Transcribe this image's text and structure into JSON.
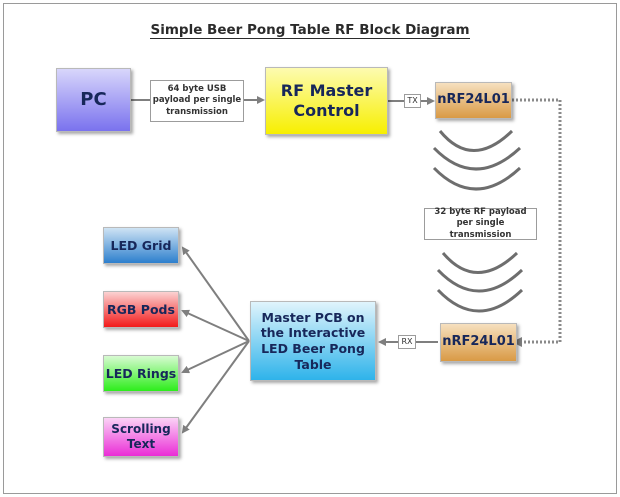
{
  "title": "Simple Beer Pong Table RF Block Diagram",
  "nodes": {
    "pc": "PC",
    "rf_master": "RF Master Control",
    "nrf_tx": "nRF24L01",
    "nrf_rx": "nRF24L01",
    "master_pcb": "Master PCB on the Interactive LED Beer Pong Table",
    "led_grid": "LED Grid",
    "rgb_pods": "RGB Pods",
    "led_rings": "LED Rings",
    "scrolling_text": "Scrolling Text"
  },
  "labels": {
    "usb_payload": "64 byte USB payload per single transmission",
    "rf_payload": "32 byte RF payload per single transmission",
    "tx": "TX",
    "rx": "RX"
  },
  "colors": {
    "pc": [
      "#d8d6fb",
      "#7a72ee"
    ],
    "rf_master": [
      "#fdfbb0",
      "#f7ef00"
    ],
    "nrf": [
      "#f6e0bf",
      "#d99a45"
    ],
    "master_pcb": [
      "#e0f4fc",
      "#2eb3ea"
    ],
    "led_grid": [
      "#cfe3f4",
      "#2d7fcd"
    ],
    "rgb_pods": [
      "#fbd2d2",
      "#f21a1a"
    ],
    "led_rings": [
      "#d8fbd2",
      "#2ded1b"
    ],
    "scrolling_text": [
      "#fbd3f6",
      "#ea2dd6"
    ],
    "wire": "#7f7f7f"
  }
}
